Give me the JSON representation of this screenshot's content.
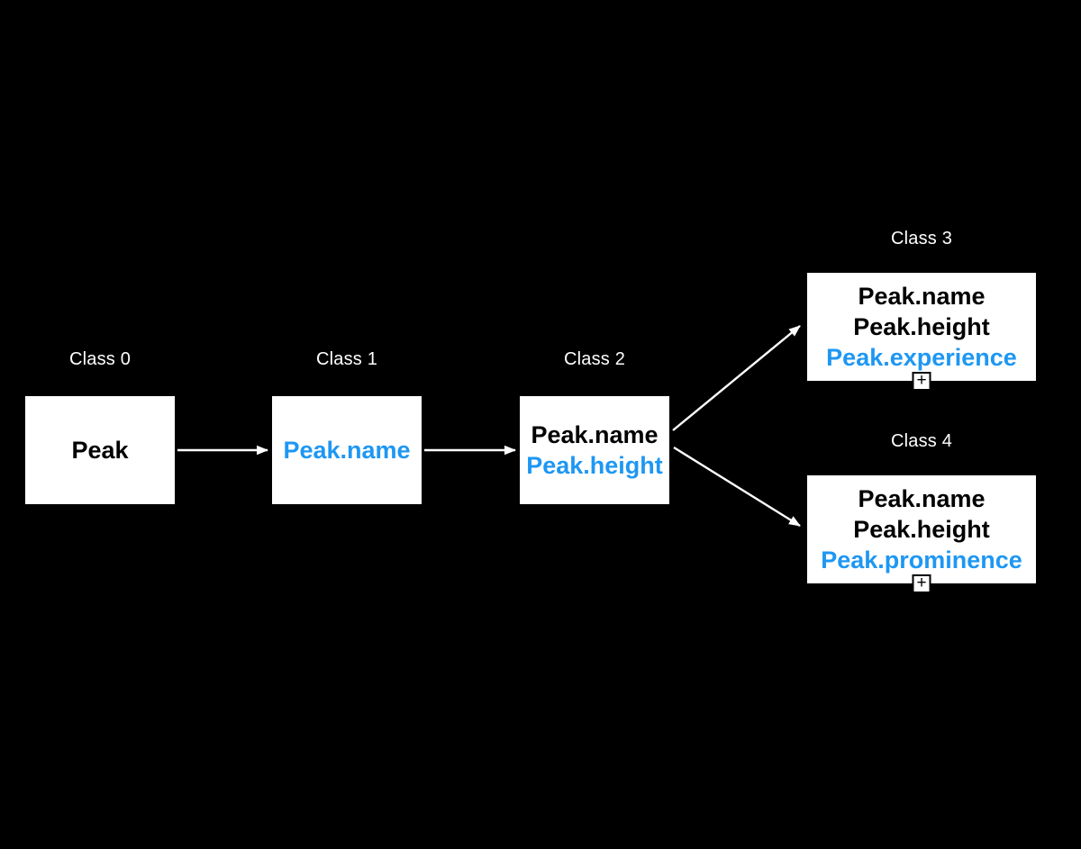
{
  "diagram": {
    "colors": {
      "background": "#000000",
      "box_fill": "#FFFFFF",
      "base_text": "#000000",
      "highlight_blue": "#1E97F3",
      "label_text": "#FFFFFF",
      "arrow": "#FFFFFF"
    },
    "nodes": [
      {
        "id": "class-0",
        "label": "Class 0",
        "lines": [
          {
            "text": "Peak",
            "color": "#000000"
          }
        ]
      },
      {
        "id": "class-1",
        "label": "Class 1",
        "lines": [
          {
            "text": "Peak.name",
            "color": "#1E97F3"
          }
        ]
      },
      {
        "id": "class-2",
        "label": "Class 2",
        "lines": [
          {
            "text": "Peak.name",
            "color": "#000000"
          },
          {
            "text": "Peak.height",
            "color": "#1E97F3"
          }
        ]
      },
      {
        "id": "class-3",
        "label": "Class 3",
        "lines": [
          {
            "text": "Peak.name",
            "color": "#000000"
          },
          {
            "text": "Peak.height",
            "color": "#000000"
          },
          {
            "text": "Peak.experience",
            "color": "#1E97F3"
          }
        ],
        "expander_glyph": "+"
      },
      {
        "id": "class-4",
        "label": "Class 4",
        "lines": [
          {
            "text": "Peak.name",
            "color": "#000000"
          },
          {
            "text": "Peak.height",
            "color": "#000000"
          },
          {
            "text": "Peak.prominence",
            "color": "#1E97F3"
          }
        ],
        "expander_glyph": "+"
      }
    ],
    "edges": [
      {
        "from": "class-0",
        "to": "class-1"
      },
      {
        "from": "class-1",
        "to": "class-2"
      },
      {
        "from": "class-2",
        "to": "class-3"
      },
      {
        "from": "class-2",
        "to": "class-4"
      }
    ]
  }
}
